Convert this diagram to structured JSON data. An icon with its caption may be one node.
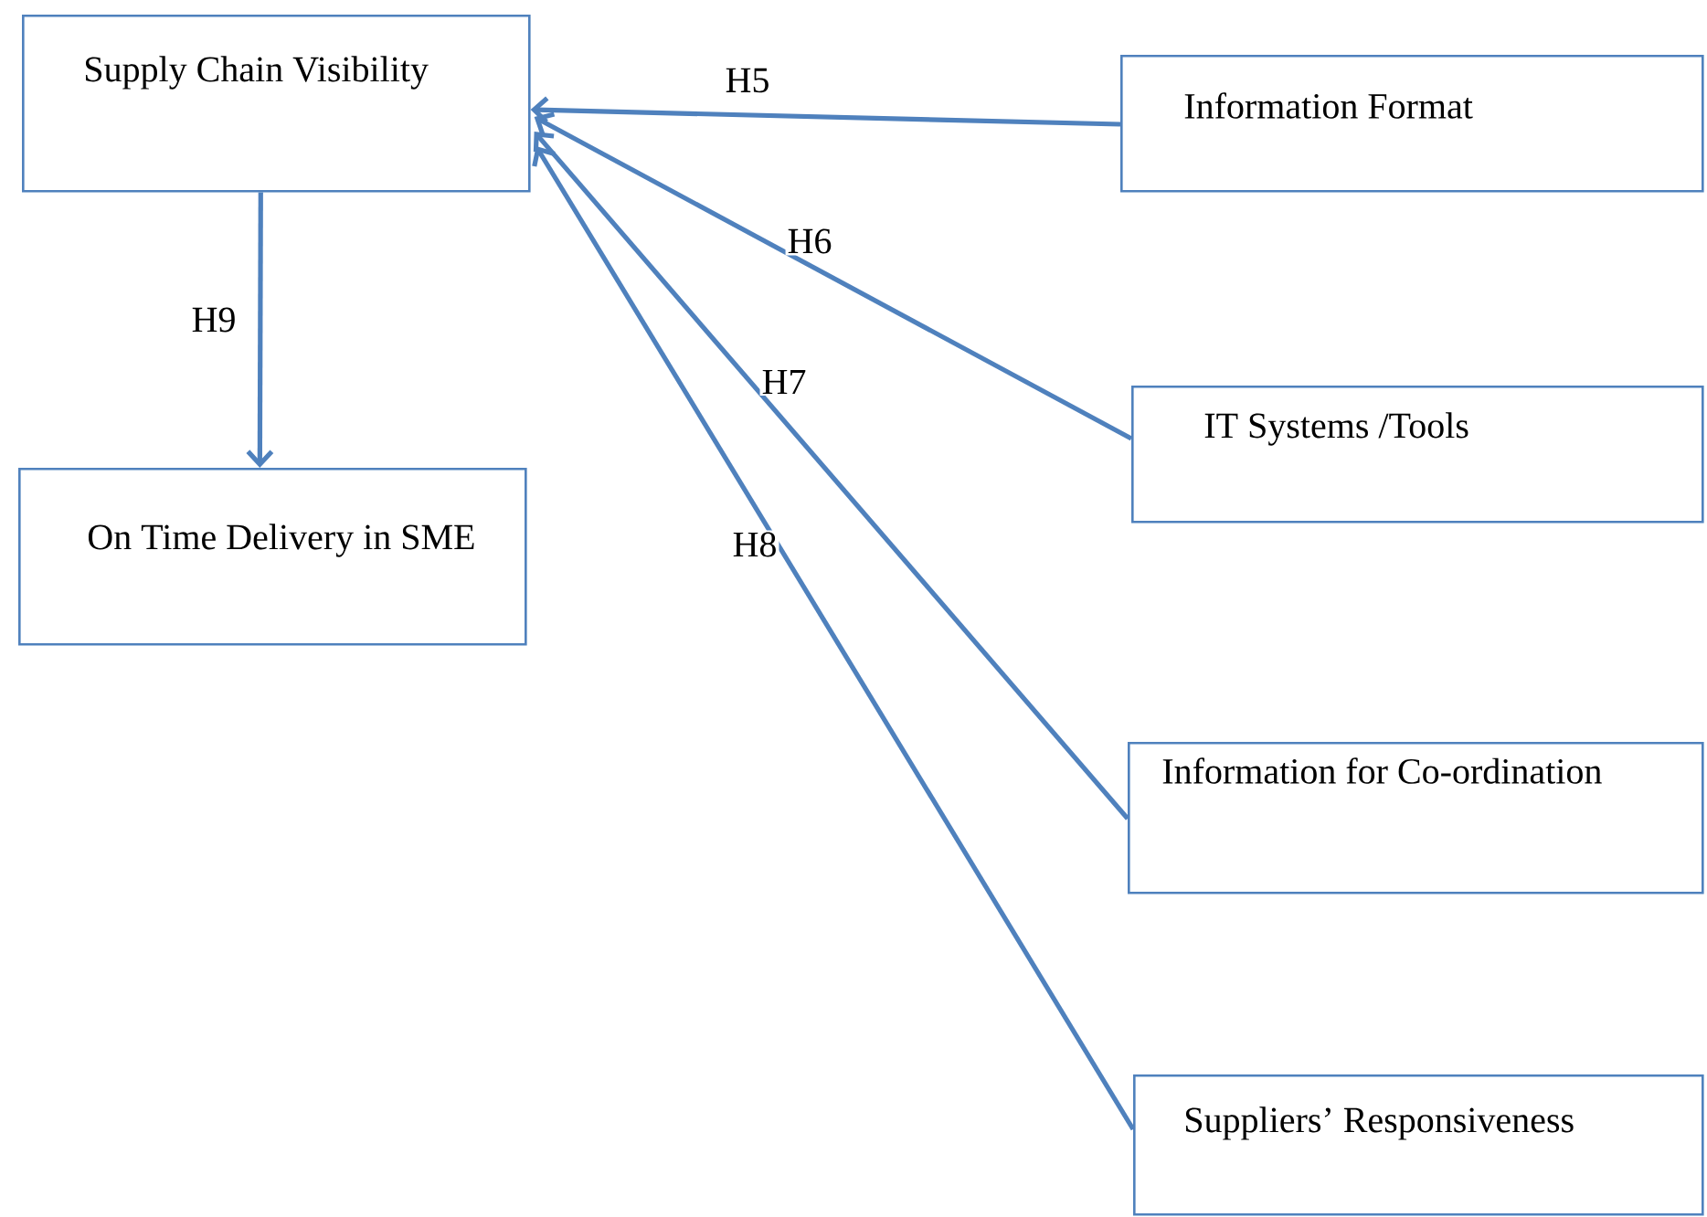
{
  "diagram": {
    "nodes": [
      {
        "text": [
          "Supply Chain Visibility"
        ]
      },
      {
        "text": [
          "On Time Delivery in SME"
        ]
      },
      {
        "text": [
          "Information Format"
        ]
      },
      {
        "text": [
          "IT Systems /Tools"
        ]
      },
      {
        "text": [
          "Information for Co-ordination"
        ]
      },
      {
        "text": [
          "Suppliers’ Responsiveness"
        ]
      }
    ],
    "edges": [
      {
        "from": 2,
        "to": 0,
        "arrow": "to",
        "label": "H5"
      },
      {
        "from": 3,
        "to": 0,
        "arrow": "to",
        "label": "H6"
      },
      {
        "from": 4,
        "to": 0,
        "arrow": "to",
        "label": "H7"
      },
      {
        "from": 5,
        "to": 0,
        "arrow": "to",
        "label": "H8"
      },
      {
        "from": 0,
        "to": 1,
        "arrow": "to",
        "label": "H9"
      }
    ]
  }
}
